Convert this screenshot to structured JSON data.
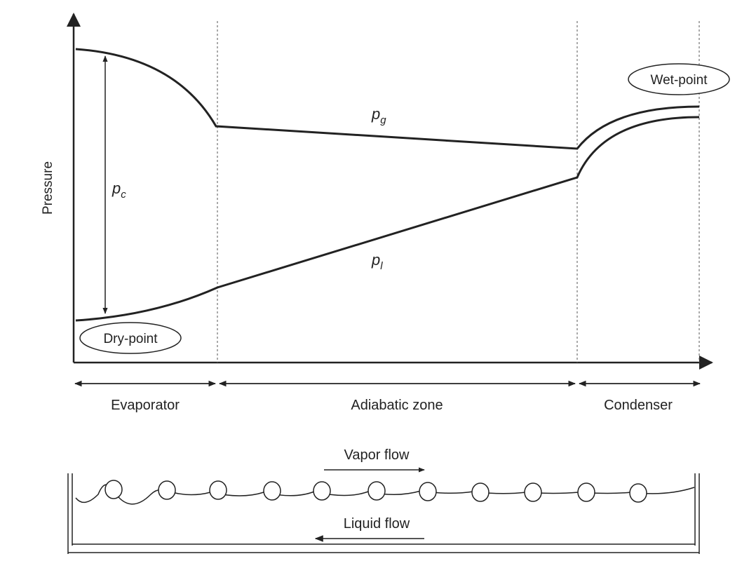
{
  "axis": {
    "ylabel": "Pressure"
  },
  "curves": {
    "vapor_label": "p",
    "vapor_sub": "g",
    "liquid_label": "p",
    "liquid_sub": "l",
    "capillary_label": "p",
    "capillary_sub": "c"
  },
  "points": {
    "dry": "Dry-point",
    "wet": "Wet-point"
  },
  "zones": {
    "evaporator": "Evaporator",
    "adiabatic": "Adiabatic zone",
    "condenser": "Condenser"
  },
  "flow": {
    "vapor": "Vapor flow",
    "liquid": "Liquid flow"
  },
  "colors": {
    "ink": "#222222"
  }
}
